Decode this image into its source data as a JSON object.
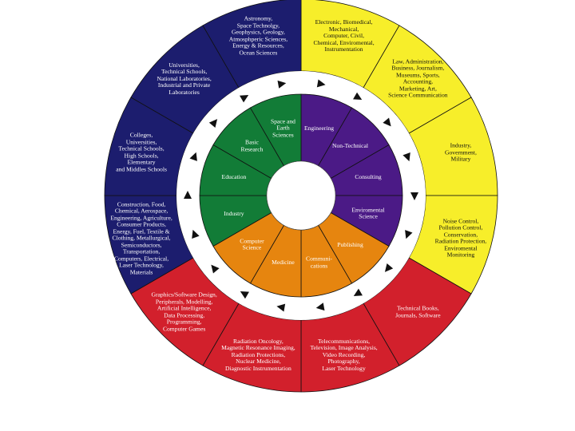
{
  "colors": {
    "blue": "#1c1d6e",
    "yellow": "#f7ee2a",
    "red": "#d2202c",
    "purple": "#4b1a86",
    "orange": "#e6850f",
    "green": "#127c37",
    "divider": "#111111"
  },
  "inner_ring": [
    {
      "label": "Engineering",
      "color": "purple"
    },
    {
      "label": "Non-Technical",
      "color": "purple"
    },
    {
      "label": "Consulting",
      "color": "purple"
    },
    {
      "label": "Enviromental\nScience",
      "color": "purple"
    },
    {
      "label": "Publishing",
      "color": "orange"
    },
    {
      "label": "Communi-\ncations",
      "color": "orange"
    },
    {
      "label": "Medicine",
      "color": "orange"
    },
    {
      "label": "Computer\nScience",
      "color": "orange"
    },
    {
      "label": "Industry",
      "color": "green"
    },
    {
      "label": "Education",
      "color": "green"
    },
    {
      "label": "Basic\nResearch",
      "color": "green"
    },
    {
      "label": "Space and\nEarth\nSciences",
      "color": "green"
    }
  ],
  "outer_ring": [
    {
      "label": "Electronic, Biomedical,\nMechanical,\nComputer, Civil,\nChemical, Enviromental,\nInstrumentation",
      "color": "yellow"
    },
    {
      "label": "Law, Administration,\nBusiness, Journalism,\nMuseums, Sports,\nAccounting,\nMarketing, Art,\nScience Communication",
      "color": "yellow"
    },
    {
      "label": "Industry,\nGovernment,\nMilitary",
      "color": "yellow"
    },
    {
      "label": "Noise Control,\nPollution Control,\nConservation,\nRadiation Protection,\nEnviromental\nMonitoring",
      "color": "yellow"
    },
    {
      "label": "Technical Books,\nJournals, Software",
      "color": "red"
    },
    {
      "label": "Telecommunications,\nTelevision, Image Analysis,\nVideo Recording,\nPhotography,\nLaser Technology",
      "color": "red"
    },
    {
      "label": "Radiation Oncology,\nMagnetic Resonance Imaging,\nRadiation Protections,\nNuclear Medicine,\nDiagnostic Instrumentation",
      "color": "red"
    },
    {
      "label": "Graphics/Software Design,\nPeripherals, Modelling,\nArtificial Intelligence,\nData Processing,\nProgramming,\nComputer Games",
      "color": "red"
    },
    {
      "label": "Construction, Food,\nChemical, Aerospace,\nEngineering, Agriculture,\nConsumer Products,\nEnergy, Fuel, Textile &\nClothing, Metallurgical,\nSemiconductors,\nTransportation,\nComputers, Electrical,\nLaser Technology,\nMaterials",
      "color": "blue"
    },
    {
      "label": "Colleges,\nUniversities,\nTechnical Schools,\nHigh Schools,\nElementary\nand Middles Schools",
      "color": "blue"
    },
    {
      "label": "Universities,\nTechnical Schools,\nNational Laboratories,\nIndustrial and Private\nLaboratories",
      "color": "blue"
    },
    {
      "label": "Astronomy,\nSpace Technolgy,\nGeophysics, Geology,\nAtmosphperic Sciences,\nEnergy & Resources,\nOcean Sciences",
      "color": "blue"
    }
  ]
}
